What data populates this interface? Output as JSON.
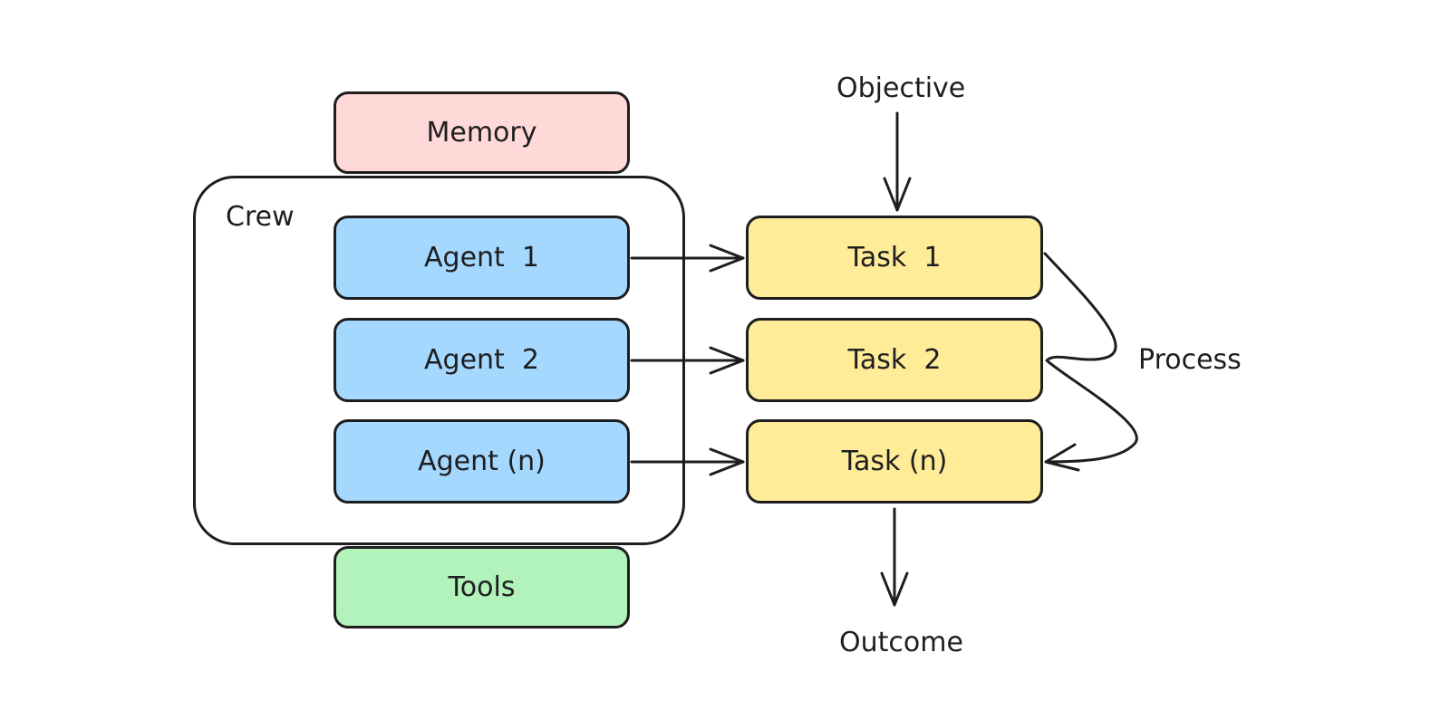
{
  "memory": {
    "label": "Memory"
  },
  "crew": {
    "label": "Crew"
  },
  "agents": [
    {
      "label": "Agent  1"
    },
    {
      "label": "Agent  2"
    },
    {
      "label": "Agent (n)"
    }
  ],
  "tasks": [
    {
      "label": "Task  1"
    },
    {
      "label": "Task  2"
    },
    {
      "label": "Task (n)"
    }
  ],
  "tools": {
    "label": "Tools"
  },
  "objective": {
    "label": "Objective"
  },
  "outcome": {
    "label": "Outcome"
  },
  "process": {
    "label": "Process"
  },
  "colors": {
    "memory": "#ffd8d8",
    "agent": "#a5d8ff",
    "task": "#ffec99",
    "tools": "#b2f2bb",
    "stroke": "#1e1e1e"
  }
}
